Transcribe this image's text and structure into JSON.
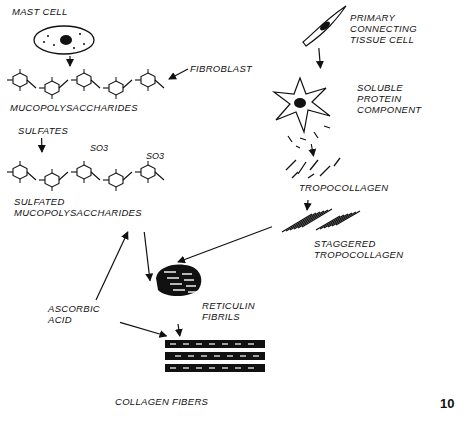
{
  "diagram": {
    "nodes": [
      {
        "text": [
          "MAST CELL"
        ]
      },
      {
        "text": [
          "PRIMARY CONNECTING TISSUE CELL"
        ]
      },
      {
        "text": [
          "FIBROBLAST"
        ]
      },
      {
        "text": [
          "MUCOPOLYSACCHARIDES"
        ]
      },
      {
        "text": [
          "SOLUBLE PROTEIN COMPONENT"
        ]
      },
      {
        "text": [
          "SULFATES"
        ]
      },
      {
        "text": [
          "TROPOCOLLAGEN"
        ]
      },
      {
        "text": [
          "SULFATED MUCOPOLYSACCHARIDES"
        ]
      },
      {
        "text": [
          "STAGGERED TROPOCOLLAGEN"
        ]
      },
      {
        "text": [
          "ASCORBIC ACID"
        ]
      },
      {
        "text": [
          "RETICULIN FIBRILS"
        ]
      },
      {
        "text": [
          "COLLAGEN FIBERS"
        ]
      }
    ],
    "edges": [
      {
        "from": 0,
        "to": 3,
        "arrow": "to"
      },
      {
        "from": 1,
        "to": 4,
        "arrow": "to"
      },
      {
        "from": 2,
        "to": 3,
        "arrow": "to"
      },
      {
        "from": 5,
        "to": 7,
        "arrow": "to"
      },
      {
        "from": 4,
        "to": 6,
        "arrow": "to"
      },
      {
        "from": 6,
        "to": 8,
        "arrow": "to"
      },
      {
        "from": 8,
        "to": 10,
        "arrow": "to"
      },
      {
        "from": 7,
        "to": 10,
        "arrow": "to"
      },
      {
        "from": 9,
        "to": 7,
        "arrow": "to"
      },
      {
        "from": 9,
        "to": 11,
        "arrow": "to"
      },
      {
        "from": 10,
        "to": 11,
        "arrow": "to"
      }
    ],
    "labels": [
      "SO3",
      "SO3",
      "10"
    ]
  }
}
